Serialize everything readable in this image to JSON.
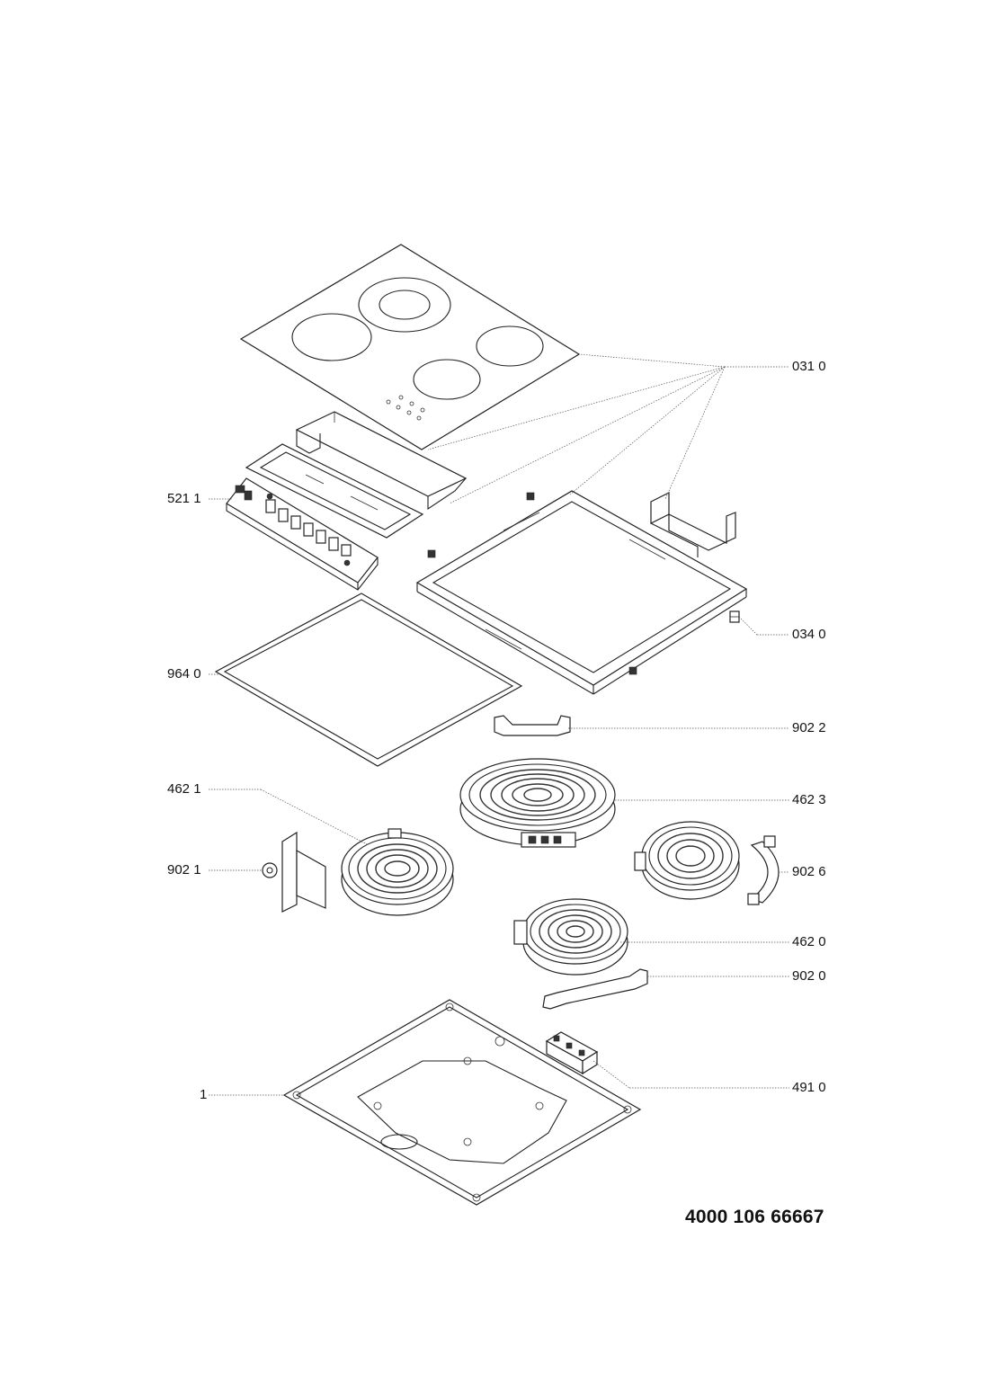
{
  "diagram": {
    "type": "exploded-parts-view",
    "document_number": "4000 106 66667",
    "parts": [
      {
        "key": "glass_top",
        "label": "031 0"
      },
      {
        "key": "control_board",
        "label": "521 1"
      },
      {
        "key": "frame_clip",
        "label": "034 0"
      },
      {
        "key": "frame_gasket",
        "label": "964 0"
      },
      {
        "key": "bracket_top",
        "label": "902 2"
      },
      {
        "key": "heater_left",
        "label": "462 1"
      },
      {
        "key": "heater_top_right",
        "label": "462 3"
      },
      {
        "key": "bracket_left",
        "label": "902 1"
      },
      {
        "key": "bracket_right",
        "label": "902 6"
      },
      {
        "key": "heater_small",
        "label": "462 0"
      },
      {
        "key": "bracket_bottom",
        "label": "902 0"
      },
      {
        "key": "terminal_block",
        "label": "491 0"
      },
      {
        "key": "base_tray",
        "label": "1"
      }
    ]
  }
}
